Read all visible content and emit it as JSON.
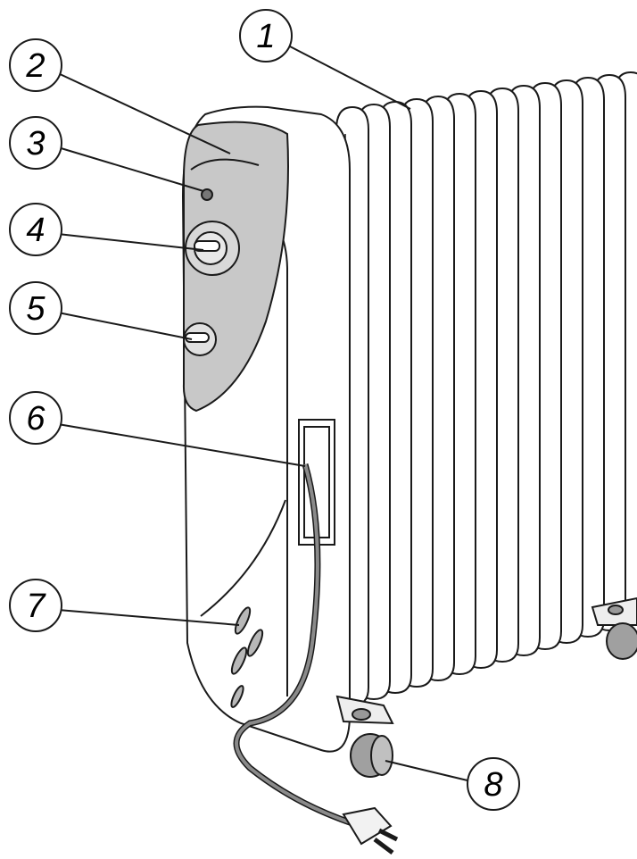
{
  "callouts": [
    {
      "number": "1",
      "part": "radiator-fins"
    },
    {
      "number": "2",
      "part": "control-panel"
    },
    {
      "number": "3",
      "part": "indicator-light"
    },
    {
      "number": "4",
      "part": "thermostat-knob"
    },
    {
      "number": "5",
      "part": "power-switch-knob"
    },
    {
      "number": "6",
      "part": "cord-storage-compartment"
    },
    {
      "number": "7",
      "part": "vent-slots"
    },
    {
      "number": "8",
      "part": "caster-wheel"
    }
  ],
  "colors": {
    "panel": "#c8c8c8",
    "outline": "#1a1a1a",
    "body": "#ffffff",
    "cord": "#8a8a8a",
    "wheel": "#a0a0a0"
  }
}
